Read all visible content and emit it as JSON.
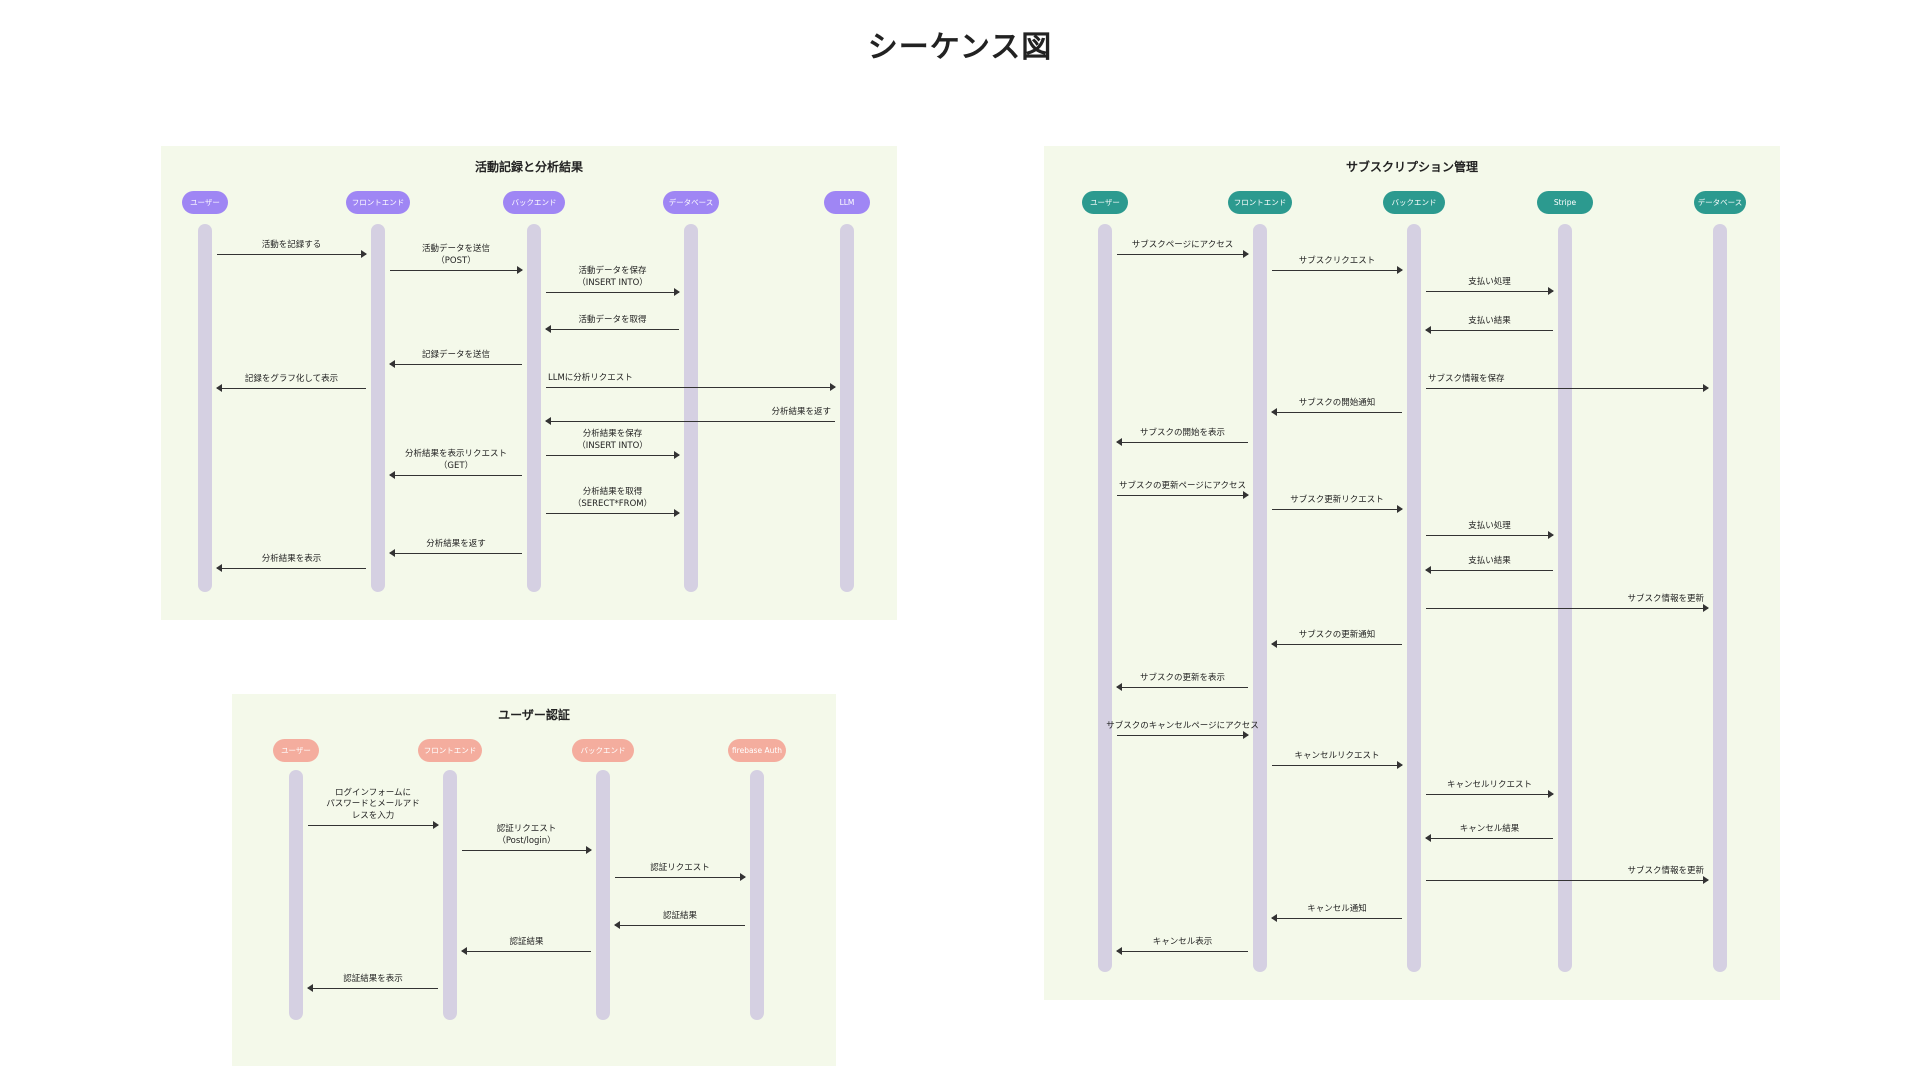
{
  "page_title": "シーケンス図",
  "colors": {
    "frame_bg": "#f4f9ea",
    "lifeline": "#d5d0e2",
    "actor_purple": "#9f86f4",
    "actor_teal": "#2c9a8f",
    "actor_salmon": "#f4ad9e",
    "arrow": "#333333"
  },
  "diagrams": {
    "activity": {
      "title": "活動記録と分析結果",
      "actors": [
        "ユーザー",
        "フロントエンド",
        "バックエンド",
        "データベース",
        "LLM"
      ],
      "messages": [
        {
          "from": 0,
          "to": 1,
          "label": "活動を記録する"
        },
        {
          "from": 1,
          "to": 2,
          "label": "活動データを送信\n（POST）"
        },
        {
          "from": 2,
          "to": 3,
          "label": "活動データを保存\n（INSERT INTO）"
        },
        {
          "from": 3,
          "to": 2,
          "label": "活動データを取得"
        },
        {
          "from": 2,
          "to": 1,
          "label": "記録データを送信"
        },
        {
          "from": 2,
          "to": 4,
          "label": "LLMに分析リクエスト"
        },
        {
          "from": 1,
          "to": 0,
          "label": "記録をグラフ化して表示"
        },
        {
          "from": 4,
          "to": 2,
          "label": "分析結果を返す"
        },
        {
          "from": 2,
          "to": 3,
          "label": "分析結果を保存\n（INSERT INTO）"
        },
        {
          "from": 2,
          "to": 1,
          "label": "分析結果を表示リクエスト\n（GET）"
        },
        {
          "from": 2,
          "to": 3,
          "label": "分析結果を取得\n（SERECT*FROM）"
        },
        {
          "from": 2,
          "to": 1,
          "label": "分析結果を返す"
        },
        {
          "from": 1,
          "to": 0,
          "label": "分析結果を表示"
        }
      ]
    },
    "subscription": {
      "title": "サブスクリプション管理",
      "actors": [
        "ユーザー",
        "フロントエンド",
        "バックエンド",
        "Stripe",
        "データベース"
      ],
      "messages": [
        {
          "from": 0,
          "to": 1,
          "label": "サブスクページにアクセス"
        },
        {
          "from": 1,
          "to": 2,
          "label": "サブスクリクエスト"
        },
        {
          "from": 2,
          "to": 3,
          "label": "支払い処理"
        },
        {
          "from": 3,
          "to": 2,
          "label": "支払い結果"
        },
        {
          "from": 2,
          "to": 4,
          "label": "サブスク情報を保存"
        },
        {
          "from": 2,
          "to": 1,
          "label": "サブスクの開始通知"
        },
        {
          "from": 1,
          "to": 0,
          "label": "サブスクの開始を表示"
        },
        {
          "from": 0,
          "to": 1,
          "label": "サブスクの更新ページにアクセス"
        },
        {
          "from": 1,
          "to": 2,
          "label": "サブスク更新リクエスト"
        },
        {
          "from": 2,
          "to": 3,
          "label": "支払い処理"
        },
        {
          "from": 3,
          "to": 2,
          "label": "支払い結果"
        },
        {
          "from": 2,
          "to": 4,
          "label": "サブスク情報を更新"
        },
        {
          "from": 2,
          "to": 1,
          "label": "サブスクの更新通知"
        },
        {
          "from": 1,
          "to": 0,
          "label": "サブスクの更新を表示"
        },
        {
          "from": 0,
          "to": 1,
          "label": "サブスクのキャンセルページにアクセス"
        },
        {
          "from": 1,
          "to": 2,
          "label": "キャンセルリクエスト"
        },
        {
          "from": 2,
          "to": 3,
          "label": "キャンセルリクエスト"
        },
        {
          "from": 3,
          "to": 2,
          "label": "キャンセル結果"
        },
        {
          "from": 2,
          "to": 4,
          "label": "サブスク情報を更新"
        },
        {
          "from": 2,
          "to": 1,
          "label": "キャンセル通知"
        },
        {
          "from": 1,
          "to": 0,
          "label": "キャンセル表示"
        }
      ]
    },
    "auth": {
      "title": "ユーザー認証",
      "actors": [
        "ユーザー",
        "フロントエンド",
        "バックエンド",
        "firebase Auth"
      ],
      "messages": [
        {
          "from": 0,
          "to": 1,
          "label": "ログインフォームに\nパスワードとメールアド\nレスを入力"
        },
        {
          "from": 1,
          "to": 2,
          "label": "認証リクエスト\n（Post/login）"
        },
        {
          "from": 2,
          "to": 3,
          "label": "認証リクエスト"
        },
        {
          "from": 3,
          "to": 2,
          "label": "認証結果"
        },
        {
          "from": 2,
          "to": 1,
          "label": "認証結果"
        },
        {
          "from": 1,
          "to": 0,
          "label": "認証結果を表示"
        }
      ]
    }
  }
}
